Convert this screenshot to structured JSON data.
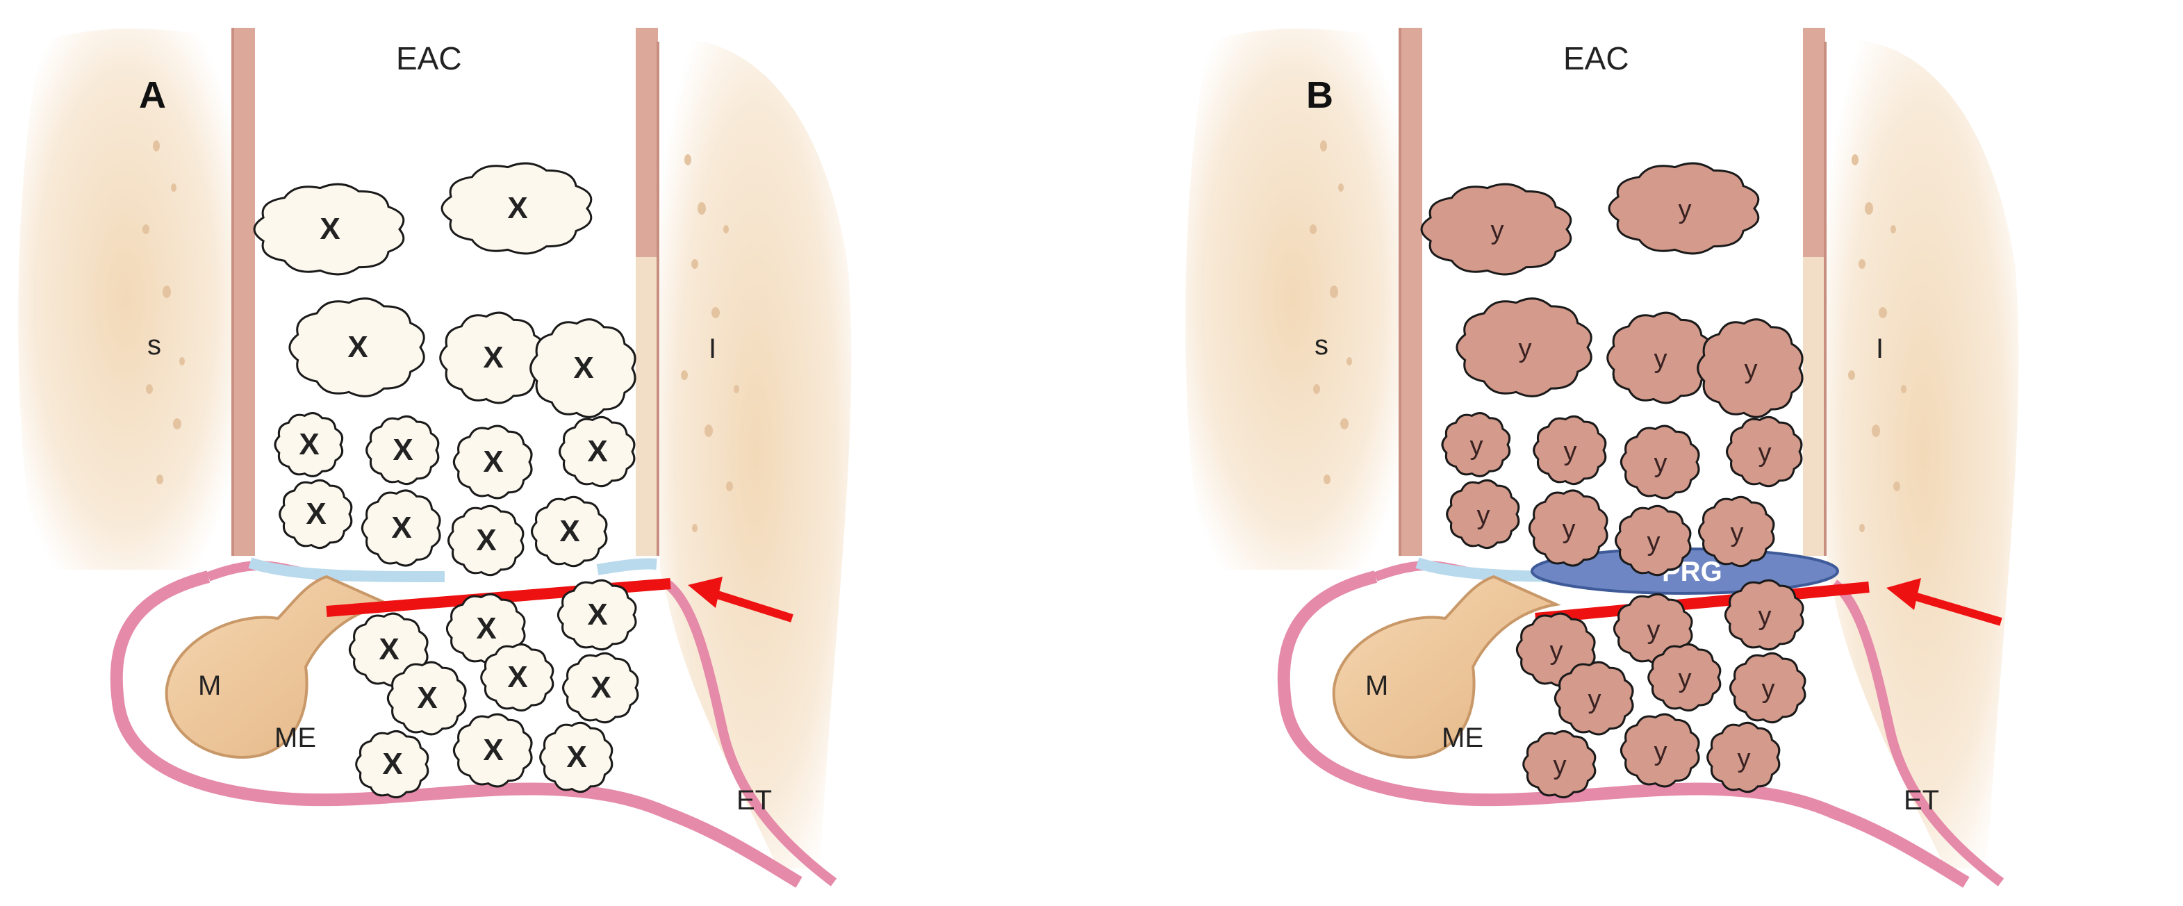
{
  "panels": [
    {
      "letter": "A",
      "canal_label": "EAC",
      "left_label": "s",
      "right_label": "I",
      "ossicle_label": "M",
      "middle_ear_label": "ME",
      "tube_label": "ET",
      "pack_label": "X",
      "pack_fill": "#fdf8ee",
      "graft_label": null
    },
    {
      "letter": "B",
      "canal_label": "EAC",
      "left_label": "s",
      "right_label": "I",
      "ossicle_label": "M",
      "middle_ear_label": "ME",
      "tube_label": "ET",
      "pack_label": "y",
      "pack_fill": "#d49a8c",
      "graft_label": "PRG"
    }
  ],
  "colors": {
    "bone": "#f5e3c8",
    "canal_wall": "#dba89a",
    "mucosa": "#e58aa8",
    "drum": "#b9d9ec",
    "incision_line": "#ee1111",
    "arrow": "#ee1111",
    "graft": "#6e86c4",
    "ossicle": "#efc99e"
  }
}
